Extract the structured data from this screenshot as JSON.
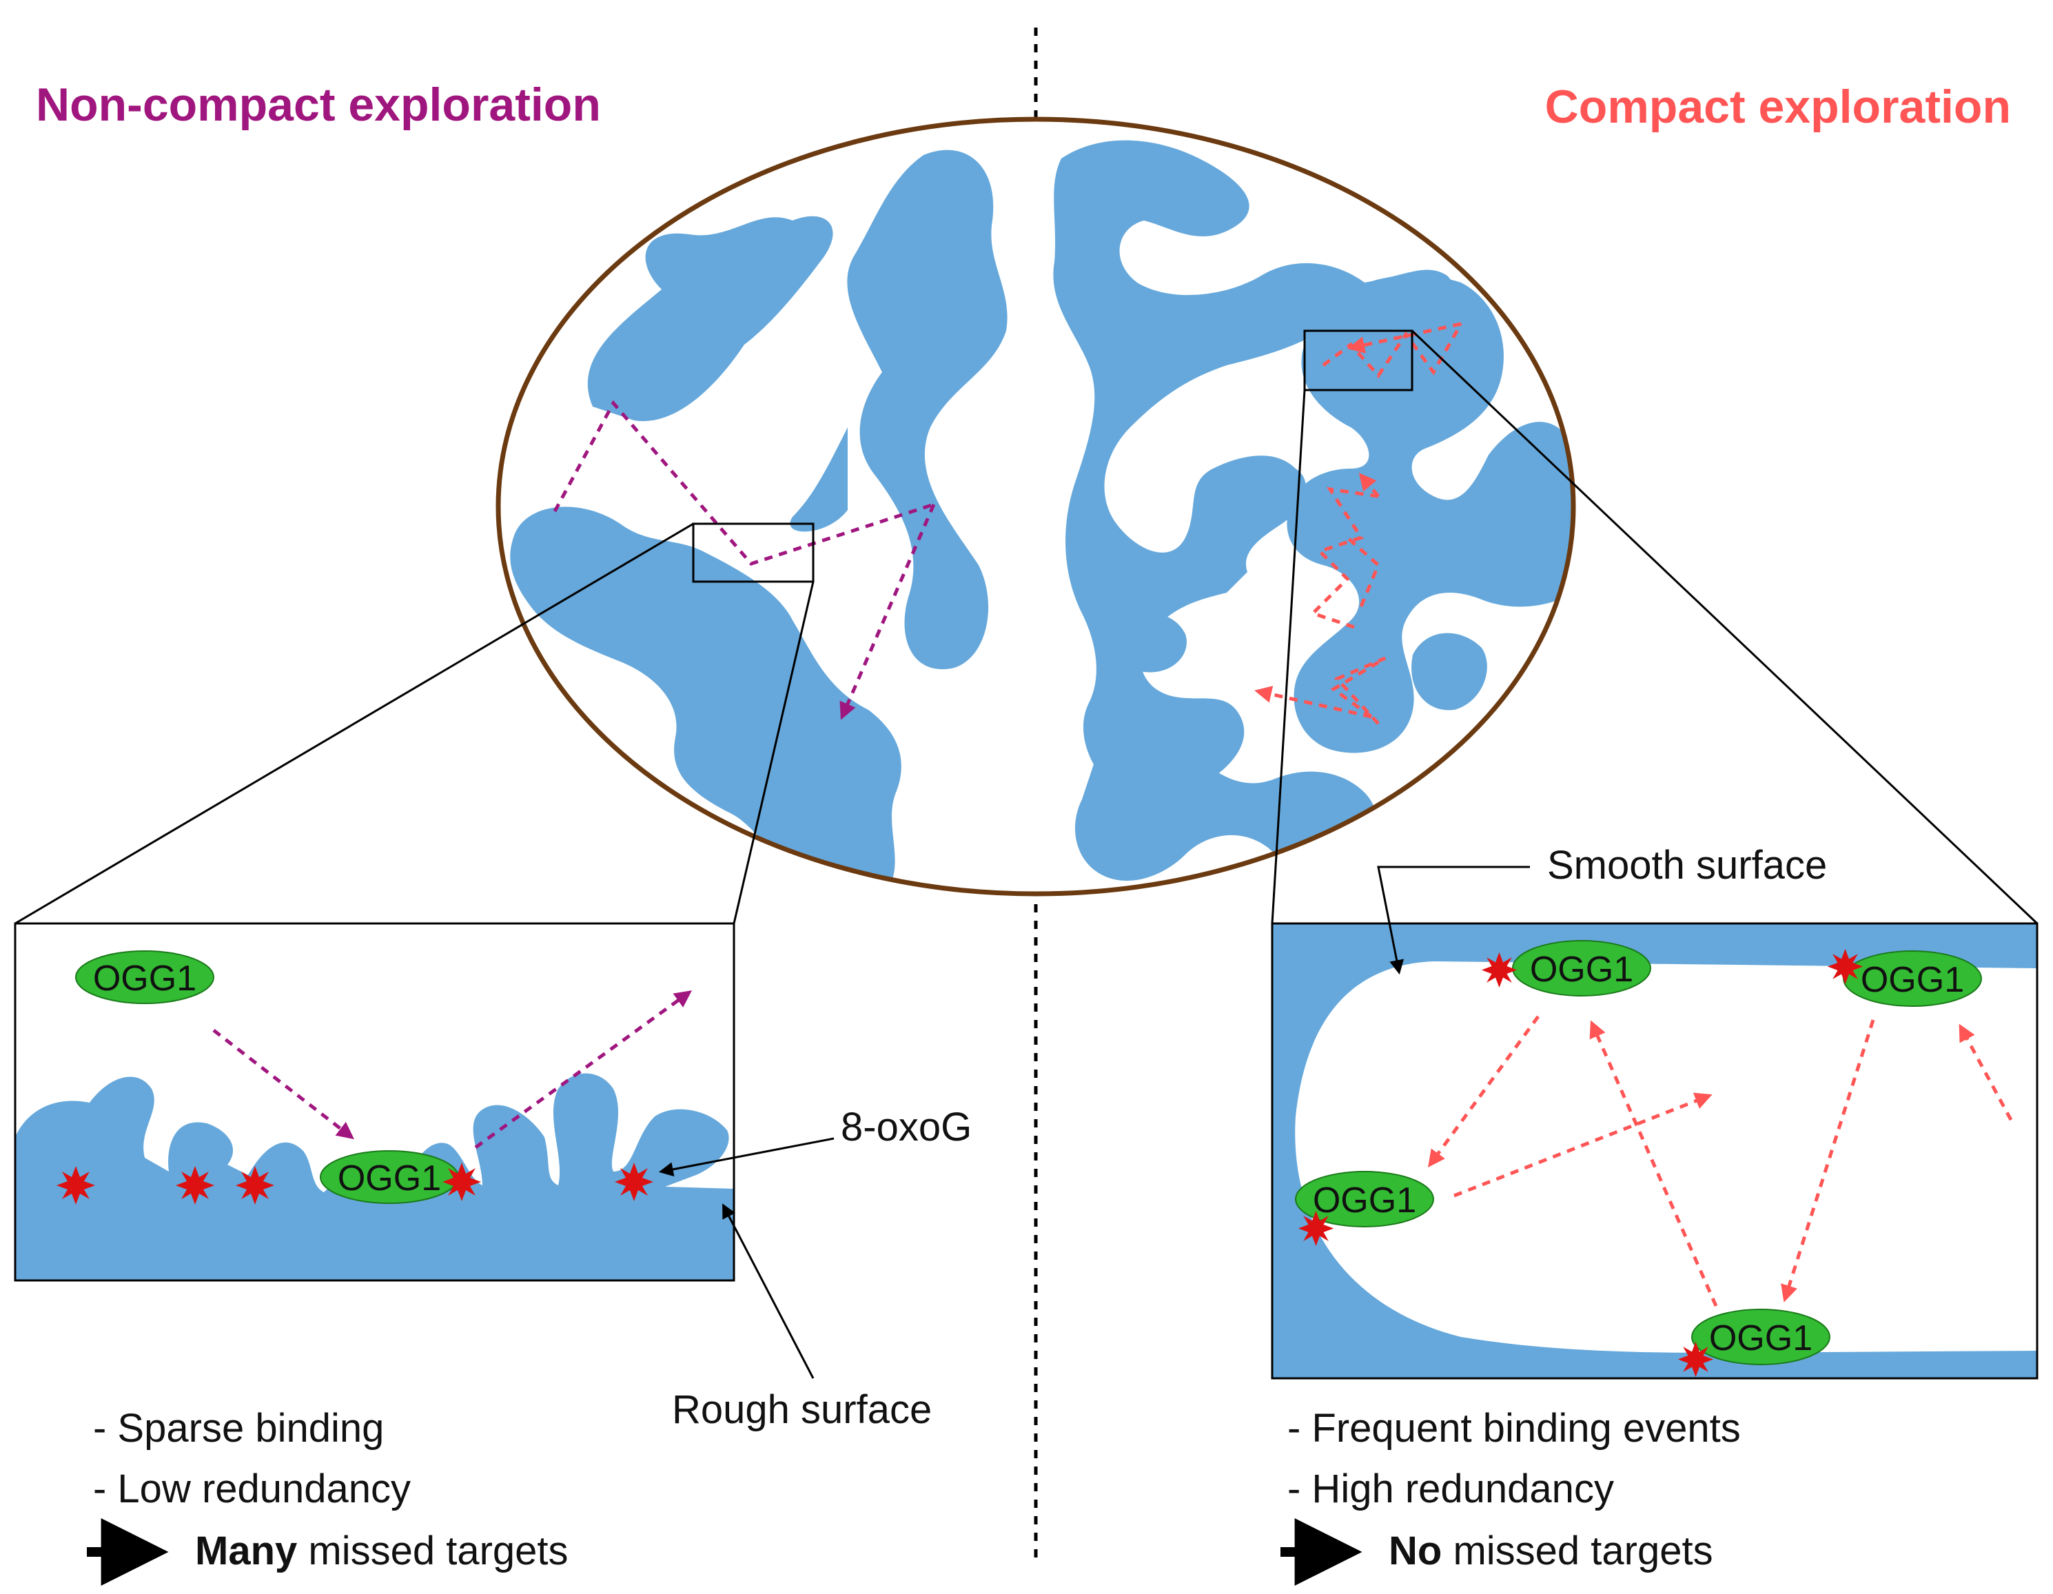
{
  "left": {
    "title": "Non-compact exploration",
    "title_color": "#a0167f",
    "arrow_color": "#a0167f",
    "bullets": [
      "- Sparse binding",
      "- Low redundancy"
    ],
    "conclusion_bold": "Many",
    "conclusion_rest": " missed targets",
    "ogg_labels": [
      "OGG1",
      "OGG1"
    ]
  },
  "right": {
    "title": "Compact exploration",
    "title_color": "#ff5555",
    "arrow_color": "#ff5555",
    "bullets": [
      "- Frequent binding events",
      "- High redundancy"
    ],
    "conclusion_bold": "No",
    "conclusion_rest": " missed targets",
    "ogg_labels": [
      "OGG1",
      "OGG1",
      "OGG1",
      "OGG1"
    ]
  },
  "labels": {
    "lesion": "8-oxoG",
    "rough": "Rough surface",
    "smooth": "Smooth surface"
  },
  "colors": {
    "chromatin": "#66a8db",
    "nucleus_border": "#6b3a10",
    "protein": "#33bb33",
    "lesion": "#dd1111"
  }
}
